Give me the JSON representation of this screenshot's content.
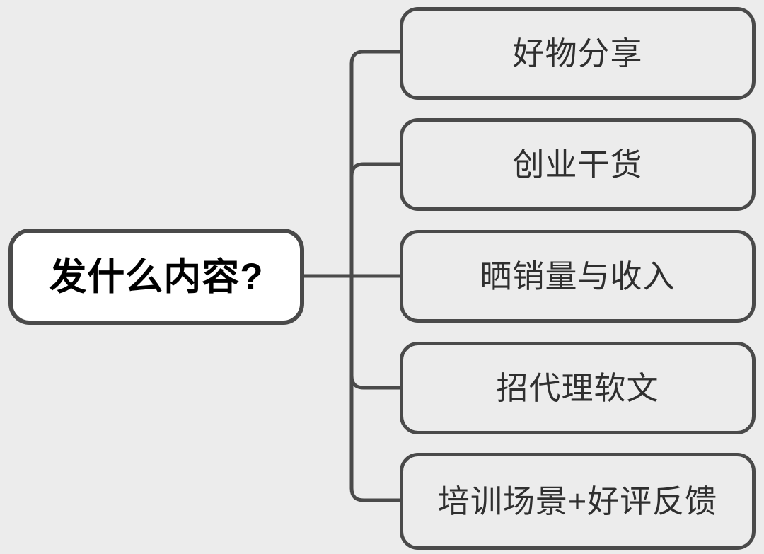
{
  "diagram": {
    "type": "mind-map",
    "orientation": "left-to-right",
    "background_color": "#ececec",
    "stroke_color": "#4a4a4a",
    "root": {
      "label": "发什么内容?",
      "text_color": "#000000",
      "fill_color": "#ffffff"
    },
    "children": [
      {
        "label": "好物分享",
        "text_color": "#2f2f2f",
        "fill_color": "#ececec"
      },
      {
        "label": "创业干货",
        "text_color": "#2f2f2f",
        "fill_color": "#ececec"
      },
      {
        "label": "晒销量与收入",
        "text_color": "#2f2f2f",
        "fill_color": "#ececec"
      },
      {
        "label": "招代理软文",
        "text_color": "#2f2f2f",
        "fill_color": "#ececec"
      },
      {
        "label": "培训场景+好评反馈",
        "text_color": "#2f2f2f",
        "fill_color": "#ececec"
      }
    ]
  }
}
